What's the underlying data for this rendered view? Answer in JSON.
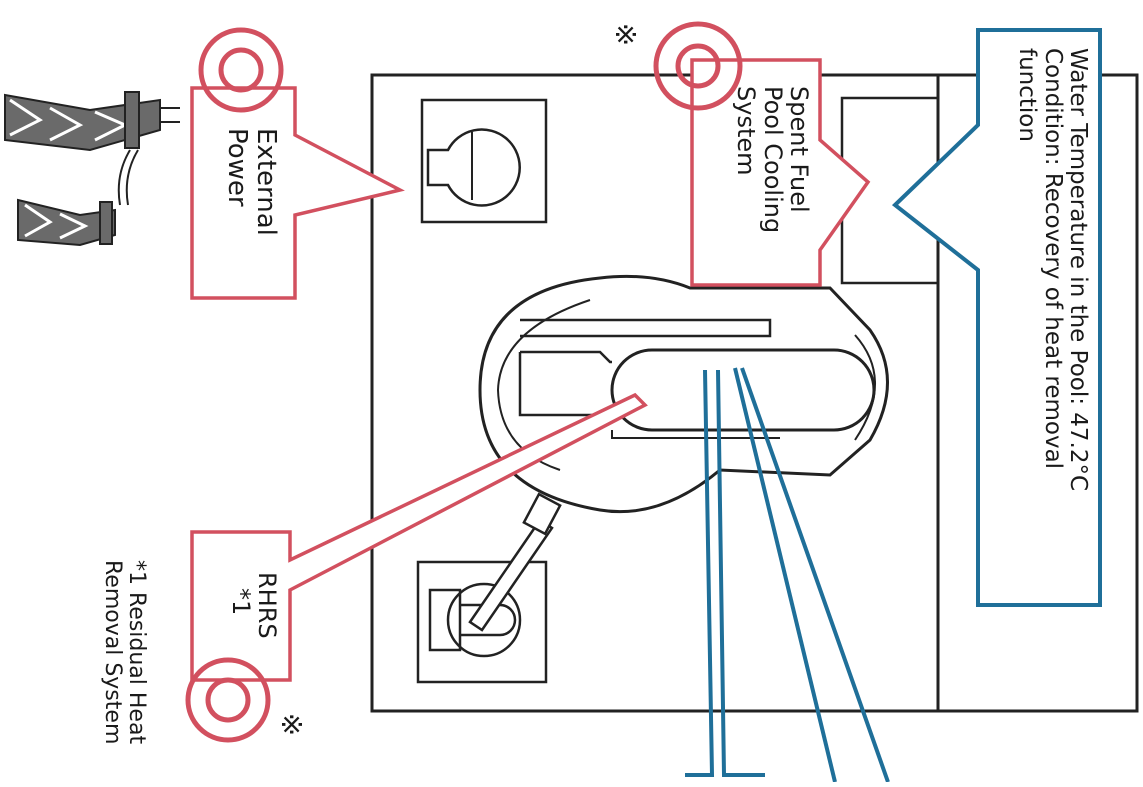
{
  "labels": {
    "water_temp_line1": "Water Temperature in the Pool: 47.2°C",
    "water_temp_line2": "Condition: Recovery of heat removal",
    "water_temp_line3": "function",
    "spent_fuel_line1": "Spent Fuel",
    "spent_fuel_line2": "Pool Cooling",
    "spent_fuel_line3": "System",
    "external_power_line1": "External",
    "external_power_line2": "Power",
    "rhrs_line1": "RHRS",
    "rhrs_line2": "*1",
    "footnote_line1": "*1 Residual Heat",
    "footnote_line2": "Removal System",
    "reference_mark": "※"
  },
  "colors": {
    "red_callout": "#d2505f",
    "blue_callout": "#1f6f99",
    "building_line": "#222222",
    "tower_fill": "#6a6a6a"
  },
  "icons": [
    "transmission-tower-icon",
    "power-line-icon",
    "target-circle-icon"
  ]
}
